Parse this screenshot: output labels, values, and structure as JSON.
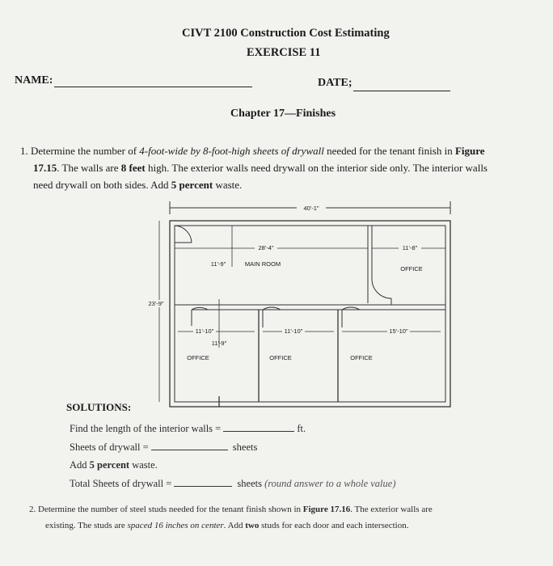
{
  "header": {
    "course": "CIVT 2100 Construction Cost Estimating",
    "exercise": "EXERCISE 11",
    "name_label": "NAME:",
    "date_label": "DATE;",
    "chapter": "Chapter 17—Finishes"
  },
  "q1": {
    "num": "1.",
    "t1": "Determine the number of ",
    "t2": "4-foot-wide by 8-foot-high sheets of drywall",
    "t3": " needed for the tenant finish in ",
    "t4": "Figure",
    "t5": "17.15",
    "t6": ". The walls are ",
    "t7": "8 feet",
    "t8": " high. The exterior walls need drywall on the interior side only. The interior walls",
    "t9": "need drywall on both sides. Add ",
    "t10": "5 percent",
    "t11": " waste."
  },
  "plan": {
    "overall_width": "40'-1\"",
    "main_width": "28'-4\"",
    "right_width": "11'-8\"",
    "dim_11_9_top": "11'-9\"",
    "main_room": "MAIN ROOM",
    "office_right_top": "OFFICE",
    "height": "23'-9\"",
    "dim_11_10_a": "11'-10\"",
    "dim_11_9_bottom": "11'-9\"",
    "dim_11_10_b": "11'-10\"",
    "dim_15_10": "15'-10\"",
    "office_1": "OFFICE",
    "office_2": "OFFICE",
    "office_3": "OFFICE"
  },
  "solutions": {
    "title": "SOLUTIONS:",
    "line1": "Find the length of the interior walls = ",
    "line1_unit": "ft.",
    "line2": "Sheets of drywall = ",
    "line2_unit": "sheets",
    "line3a": "Add ",
    "line3b": "5 percent",
    "line3c": " waste.",
    "line4": "Total Sheets of drywall = ",
    "line4_unit": "sheets",
    "line4_note": "(round answer to a whole value)"
  },
  "q2": {
    "num": "2.",
    "t1": "Determine the number of steel studs needed for the tenant finish shown in ",
    "t2": "Figure 17.16",
    "t3": ". The exterior walls are",
    "t4": "existing. The studs are ",
    "t5": "spaced 16 inches on center",
    "t6": ". Add ",
    "t7": "two",
    "t8": " studs for each door and each intersection."
  }
}
